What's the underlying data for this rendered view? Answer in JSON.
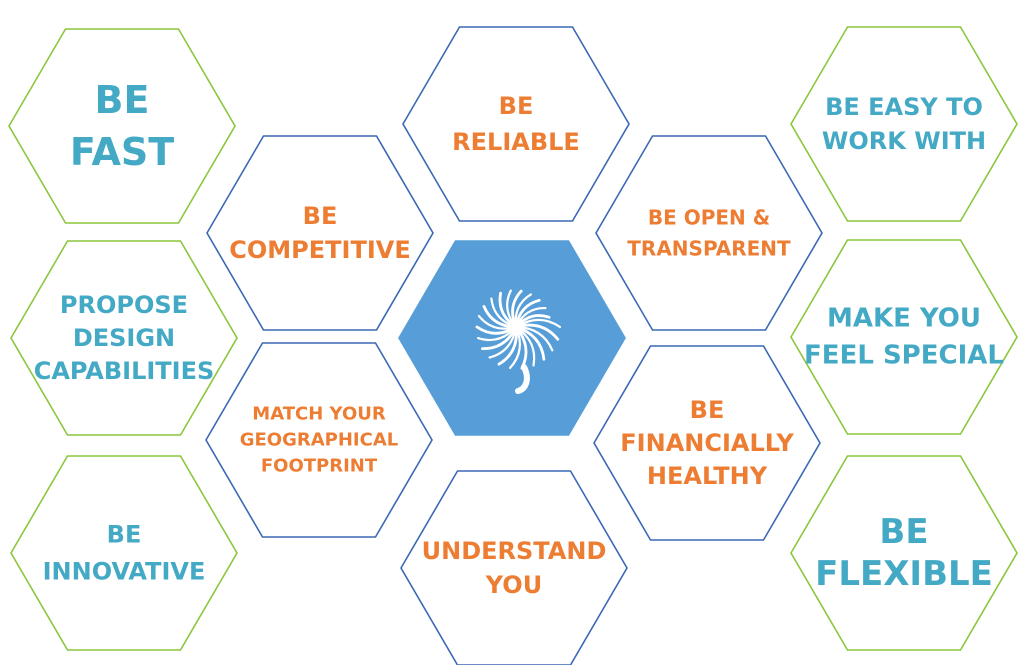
{
  "colors": {
    "teal_text": "#43a9c4",
    "orange_text": "#ec7d33",
    "green_border": "#8cc63e",
    "blue_border": "#3c69b4",
    "center_fill": "#579ed8"
  },
  "center": {
    "icon": "spiral-shell-logo-icon"
  },
  "hexagons": [
    {
      "id": "be-fast",
      "lines": [
        "BE",
        "FAST"
      ],
      "text_color": "teal",
      "border": "green"
    },
    {
      "id": "propose-design-capabilities",
      "lines": [
        "PROPOSE",
        "DESIGN",
        "CAPABILITIES"
      ],
      "text_color": "teal",
      "border": "green"
    },
    {
      "id": "be-innovative",
      "lines": [
        "BE",
        "INNOVATIVE"
      ],
      "text_color": "teal",
      "border": "green"
    },
    {
      "id": "be-competitive",
      "lines": [
        "BE",
        "COMPETITIVE"
      ],
      "text_color": "orange",
      "border": "blue"
    },
    {
      "id": "match-your-geographical-footprint",
      "lines": [
        "MATCH YOUR",
        "GEOGRAPHICAL",
        "FOOTPRINT"
      ],
      "text_color": "orange",
      "border": "blue"
    },
    {
      "id": "be-reliable",
      "lines": [
        "BE",
        "RELIABLE"
      ],
      "text_color": "orange",
      "border": "blue"
    },
    {
      "id": "understand-you",
      "lines": [
        "UNDERSTAND",
        "YOU"
      ],
      "text_color": "orange",
      "border": "blue"
    },
    {
      "id": "be-open-transparent",
      "lines": [
        "BE OPEN &",
        "TRANSPARENT"
      ],
      "text_color": "orange",
      "border": "blue"
    },
    {
      "id": "be-financially-healthy",
      "lines": [
        "BE",
        "FINANCIALLY",
        "HEALTHY"
      ],
      "text_color": "orange",
      "border": "blue"
    },
    {
      "id": "be-easy-to-work-with",
      "lines": [
        "BE EASY TO",
        "WORK WITH"
      ],
      "text_color": "teal",
      "border": "green"
    },
    {
      "id": "make-you-feel-special",
      "lines": [
        "MAKE YOU",
        "FEEL SPECIAL"
      ],
      "text_color": "teal",
      "border": "green"
    },
    {
      "id": "be-flexible",
      "lines": [
        "BE",
        "FLEXIBLE"
      ],
      "text_color": "teal",
      "border": "green"
    }
  ]
}
